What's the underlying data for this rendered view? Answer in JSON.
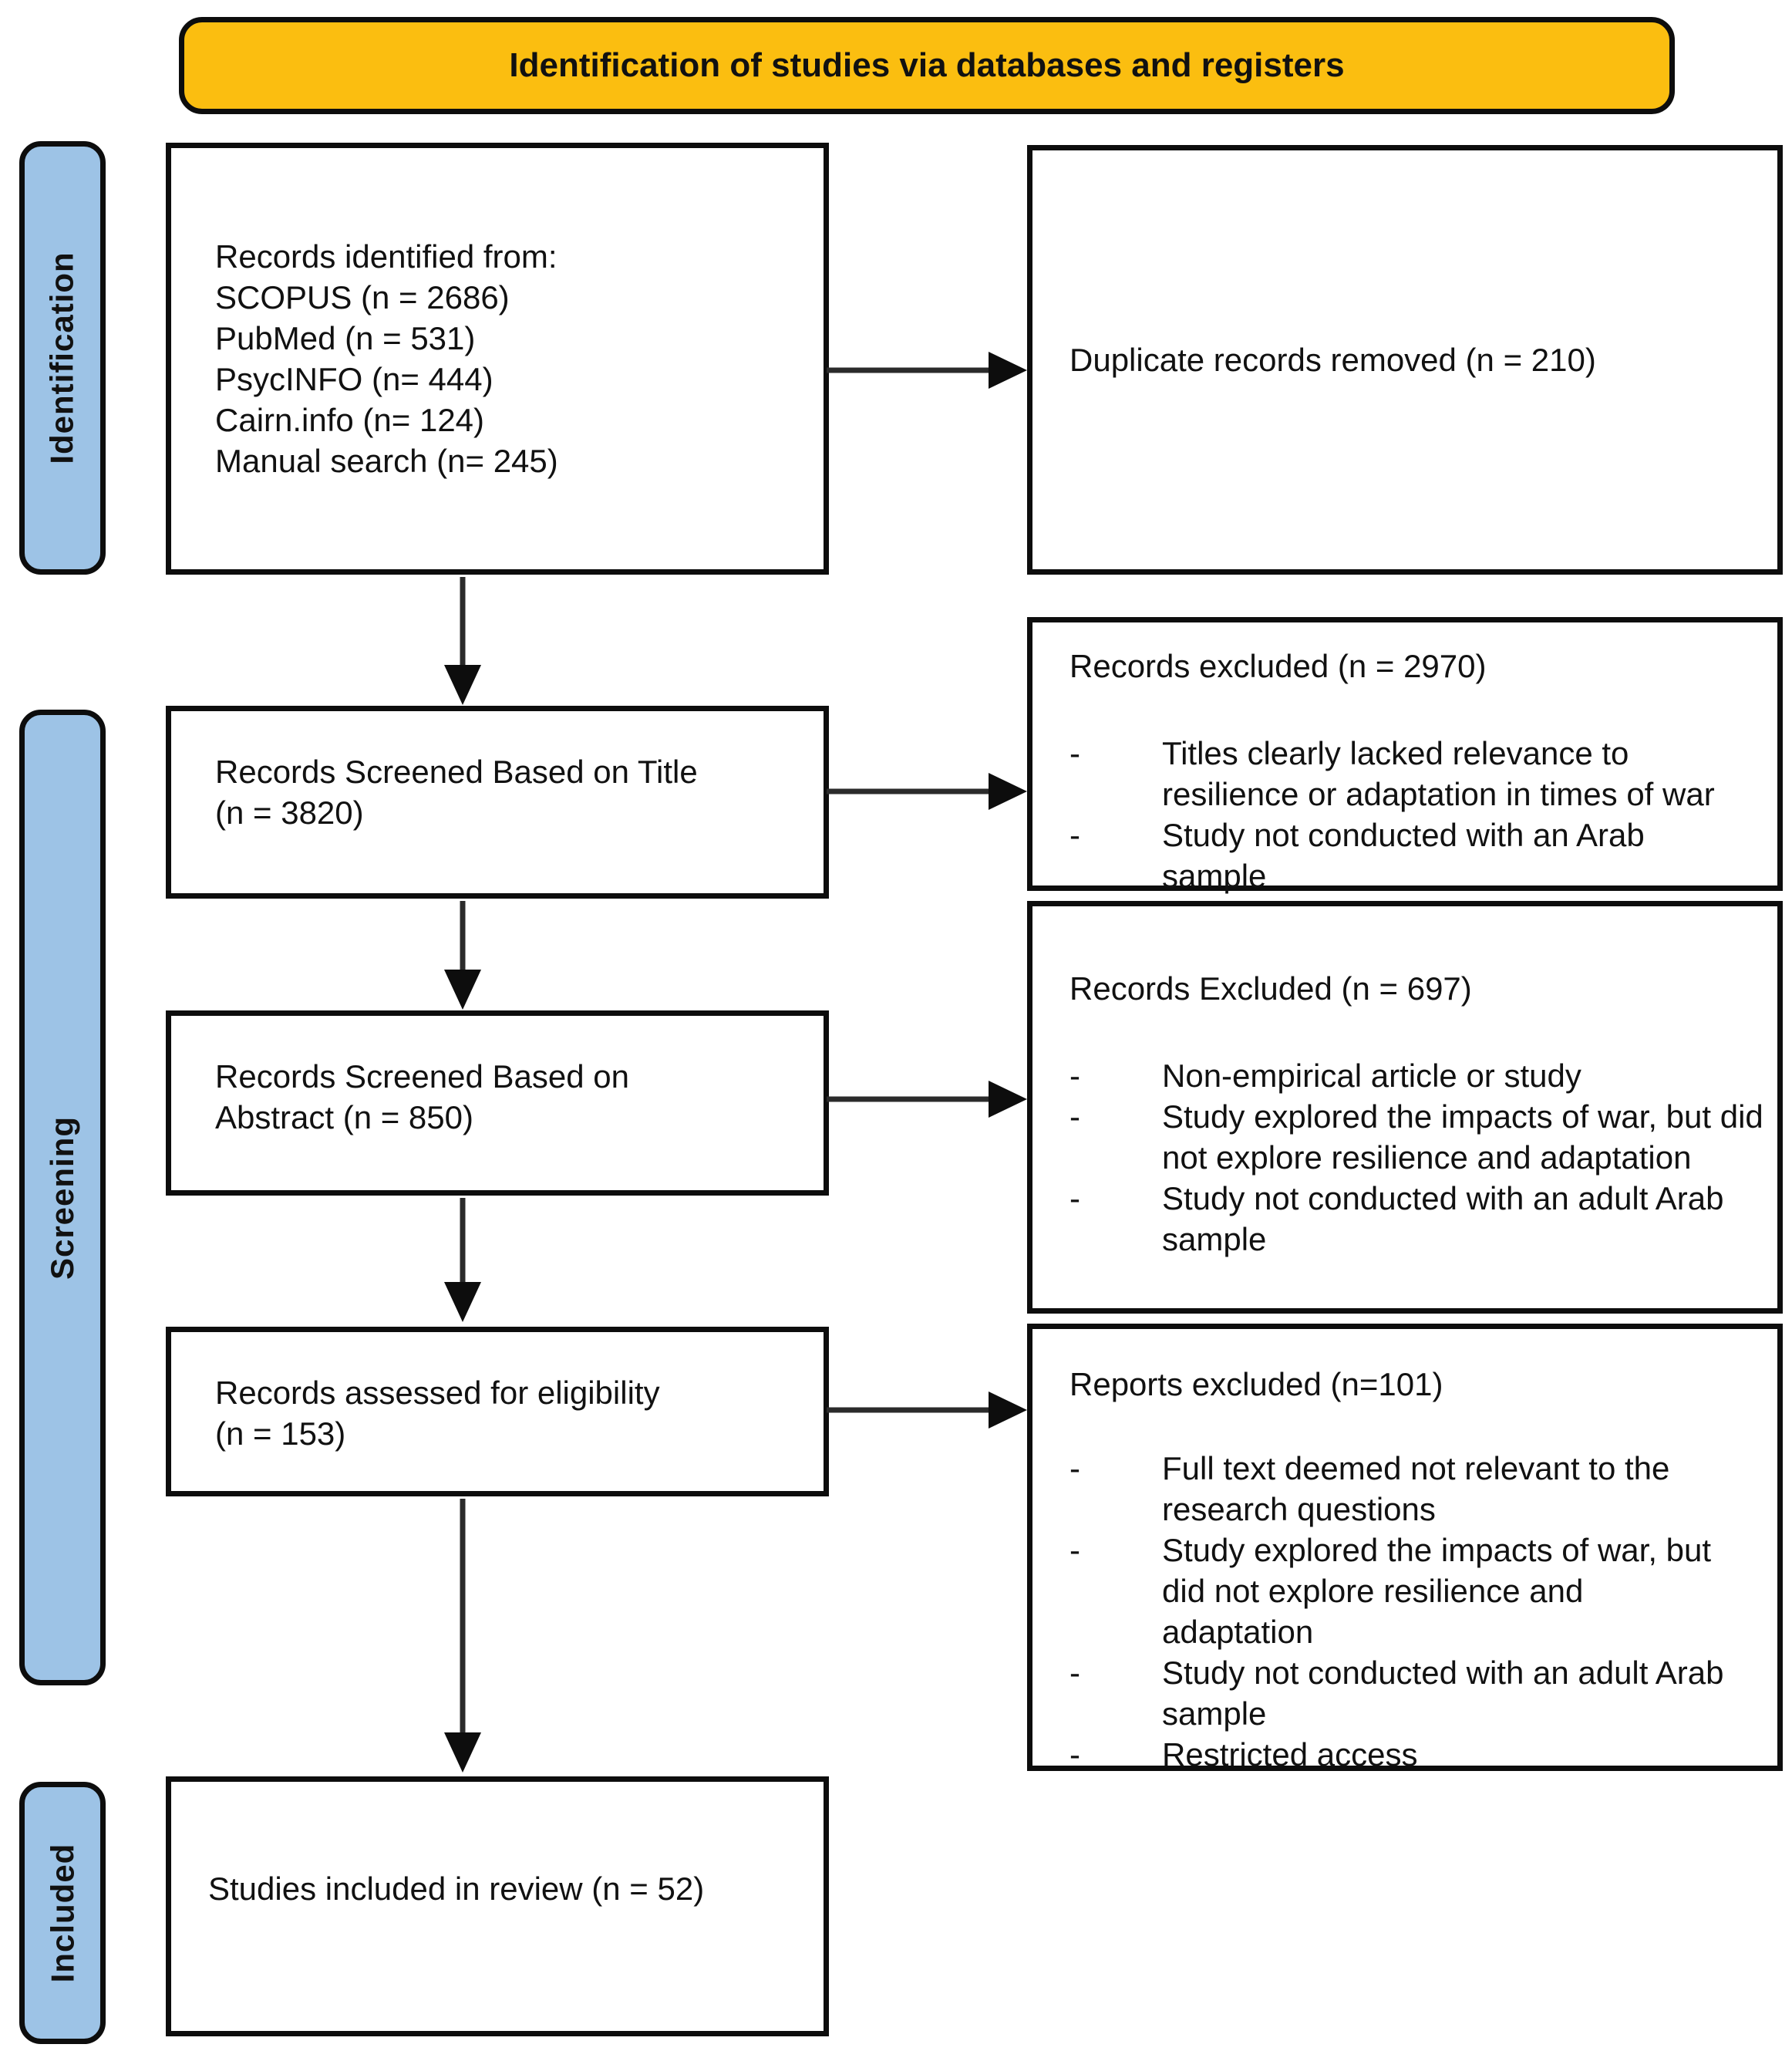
{
  "banner": {
    "title": "Identification of studies via databases and registers"
  },
  "colors": {
    "banner_bg": "#FBBE10",
    "stage_bg": "#9DC3E6",
    "border": "#0d0d0d",
    "box_bg": "#ffffff"
  },
  "sidebar": {
    "stages": [
      {
        "label": "Identification"
      },
      {
        "label": "Screening"
      },
      {
        "label": "Included"
      }
    ]
  },
  "flow": {
    "identified": {
      "lines": [
        "Records identified from:",
        "SCOPUS (n = 2686)",
        "PubMed (n = 531)",
        "PsycINFO (n= 444)",
        "Cairn.info (n= 124)",
        "Manual search (n= 245)"
      ]
    },
    "duplicates": {
      "text": "Duplicate records removed (n = 210)"
    },
    "screened_title": {
      "lines": [
        "Records Screened Based on Title",
        "(n = 3820)"
      ]
    },
    "excluded_title": {
      "title": "Records excluded (n = 2970)",
      "bullets": [
        "Titles clearly lacked relevance to resilience or adaptation in times of war",
        "Study not conducted with an Arab sample"
      ]
    },
    "screened_abstract": {
      "lines": [
        "Records Screened Based on",
        "Abstract (n = 850)"
      ]
    },
    "excluded_abstract": {
      "title": "Records Excluded (n = 697)",
      "bullets": [
        "Non-empirical article or study",
        "Study explored the impacts of war, but did not explore resilience and adaptation",
        "Study not conducted with an adult Arab sample"
      ]
    },
    "eligibility": {
      "lines": [
        "Records assessed for eligibility",
        "(n = 153)"
      ]
    },
    "excluded_reports": {
      "title": "Reports excluded (n=101)",
      "bullets": [
        "Full text deemed not relevant to the research questions",
        "Study explored the impacts of war, but did not explore resilience and adaptation",
        "Study not conducted with an adult Arab sample",
        "Restricted access"
      ]
    },
    "included": {
      "text": "Studies included in review (n = 52)"
    }
  }
}
